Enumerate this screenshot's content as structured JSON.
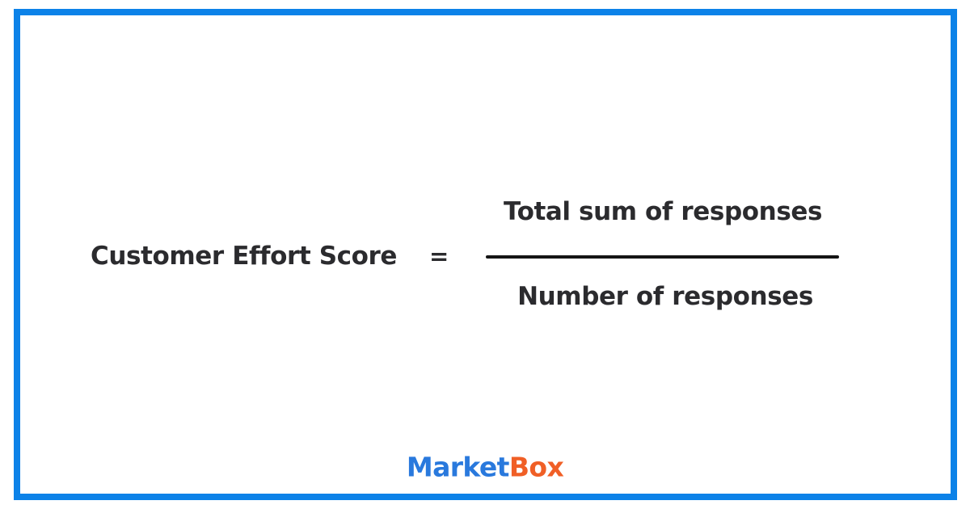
{
  "formula": {
    "lhs": "Customer Effort Score",
    "equals": "=",
    "numerator": "Total sum of responses",
    "denominator": "Number of responses"
  },
  "logo": {
    "market": "Market",
    "box": "Box"
  },
  "colors": {
    "border_blue": "#0c82e8",
    "text_dark": "#2b2b2e",
    "fraction_line": "#141414",
    "logo_blue": "#2979dd",
    "logo_orange": "#f05f26",
    "background": "#ffffff"
  }
}
